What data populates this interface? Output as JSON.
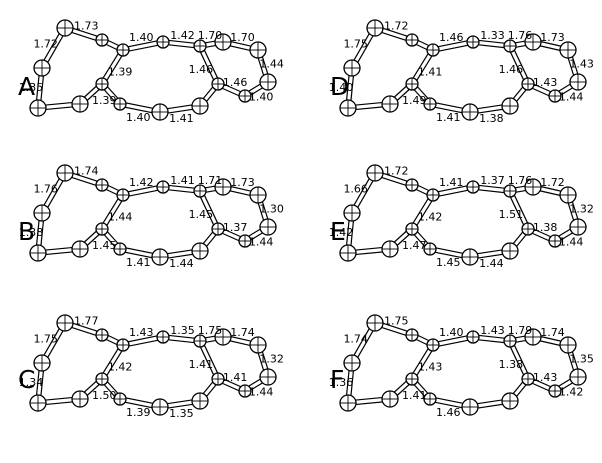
{
  "figure": {
    "panels": [
      {
        "label": "A",
        "bonds": [
          "1.72",
          "1.73",
          "1.40",
          "1.42",
          "1.70",
          "1.70",
          "1.44",
          "1.40",
          "1.46",
          "1.41",
          "1.40",
          "1.39",
          "1.35",
          "1.39",
          "1.46"
        ]
      },
      {
        "label": "B",
        "bonds": [
          "1.76",
          "1.74",
          "1.42",
          "1.41",
          "1.71",
          "1.73",
          "1.30",
          "1.44",
          "1.37",
          "1.44",
          "1.41",
          "1.45",
          "1.38",
          "1.44",
          "1.45"
        ]
      },
      {
        "label": "C",
        "bonds": [
          "1.75",
          "1.77",
          "1.43",
          "1.35",
          "1.75",
          "1.74",
          "1.32",
          "1.44",
          "1.41",
          "1.35",
          "1.39",
          "1.50",
          "1.34",
          "1.42",
          "1.41"
        ]
      },
      {
        "label": "D",
        "bonds": [
          "1.75",
          "1.72",
          "1.46",
          "1.33",
          "1.76",
          "1.73",
          "1.43",
          "1.44",
          "1.43",
          "1.38",
          "1.41",
          "1.49",
          "1.40",
          "1.41",
          "1.46"
        ]
      },
      {
        "label": "E",
        "bonds": [
          "1.66",
          "1.72",
          "1.41",
          "1.37",
          "1.76",
          "1.72",
          "1.32",
          "1.44",
          "1.38",
          "1.44",
          "1.45",
          "1.47",
          "1.42",
          "1.42",
          "1.51"
        ]
      },
      {
        "label": "F",
        "bonds": [
          "1.74",
          "1.75",
          "1.40",
          "1.43",
          "1.79",
          "1.74",
          "1.35",
          "1.42",
          "1.43",
          "",
          "1.46",
          "1.41",
          "1.36",
          "1.43",
          "1.38"
        ]
      }
    ]
  }
}
